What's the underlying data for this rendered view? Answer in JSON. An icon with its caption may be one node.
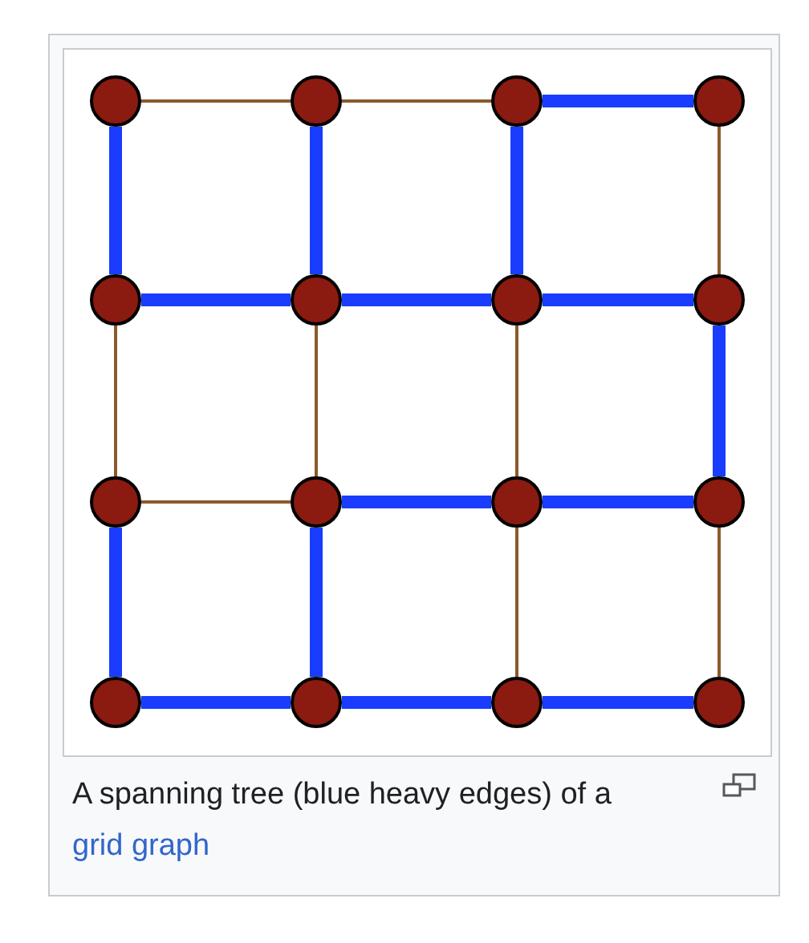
{
  "diagram": {
    "caption": "A spanning tree (blue heavy edges) of a",
    "nodes": [
      {
        "text": [],
        "shape": "circle"
      },
      {
        "text": [],
        "shape": "circle"
      },
      {
        "text": [],
        "shape": "circle"
      },
      {
        "text": [],
        "shape": "circle"
      },
      {
        "text": [],
        "shape": "circle"
      },
      {
        "text": [],
        "shape": "circle"
      },
      {
        "text": [],
        "shape": "circle"
      },
      {
        "text": [],
        "shape": "circle"
      },
      {
        "text": [],
        "shape": "circle"
      },
      {
        "text": [],
        "shape": "circle"
      },
      {
        "text": [],
        "shape": "circle"
      },
      {
        "text": [],
        "shape": "circle"
      },
      {
        "text": [],
        "shape": "circle"
      },
      {
        "text": [],
        "shape": "circle"
      },
      {
        "text": [],
        "shape": "circle"
      },
      {
        "text": [],
        "shape": "circle"
      }
    ],
    "edges": [
      {
        "from": 0,
        "to": 1,
        "arrow": "none",
        "color": "#8b5a2b"
      },
      {
        "from": 1,
        "to": 2,
        "arrow": "none",
        "color": "#8b5a2b"
      },
      {
        "from": 2,
        "to": 3,
        "arrow": "none"
      },
      {
        "from": 4,
        "to": 5,
        "arrow": "none"
      },
      {
        "from": 5,
        "to": 6,
        "arrow": "none"
      },
      {
        "from": 6,
        "to": 7,
        "arrow": "none"
      },
      {
        "from": 8,
        "to": 9,
        "arrow": "none",
        "color": "#8b5a2b"
      },
      {
        "from": 9,
        "to": 10,
        "arrow": "none"
      },
      {
        "from": 10,
        "to": 11,
        "arrow": "none"
      },
      {
        "from": 12,
        "to": 13,
        "arrow": "none"
      },
      {
        "from": 13,
        "to": 14,
        "arrow": "none"
      },
      {
        "from": 14,
        "to": 15,
        "arrow": "none"
      },
      {
        "from": 0,
        "to": 4,
        "arrow": "none"
      },
      {
        "from": 4,
        "to": 8,
        "arrow": "none",
        "color": "#8b5a2b"
      },
      {
        "from": 8,
        "to": 12,
        "arrow": "none"
      },
      {
        "from": 1,
        "to": 5,
        "arrow": "none"
      },
      {
        "from": 5,
        "to": 9,
        "arrow": "none",
        "color": "#8b5a2b"
      },
      {
        "from": 9,
        "to": 13,
        "arrow": "none"
      },
      {
        "from": 2,
        "to": 6,
        "arrow": "none"
      },
      {
        "from": 6,
        "to": 10,
        "arrow": "none",
        "color": "#8b5a2b"
      },
      {
        "from": 10,
        "to": 14,
        "arrow": "none",
        "color": "#8b5a2b"
      },
      {
        "from": 3,
        "to": 7,
        "arrow": "none",
        "color": "#8b5a2b"
      },
      {
        "from": 7,
        "to": 11,
        "arrow": "none"
      },
      {
        "from": 11,
        "to": 15,
        "arrow": "none",
        "color": "#8b5a2b"
      }
    ],
    "labels": [
      "grid graph"
    ]
  }
}
